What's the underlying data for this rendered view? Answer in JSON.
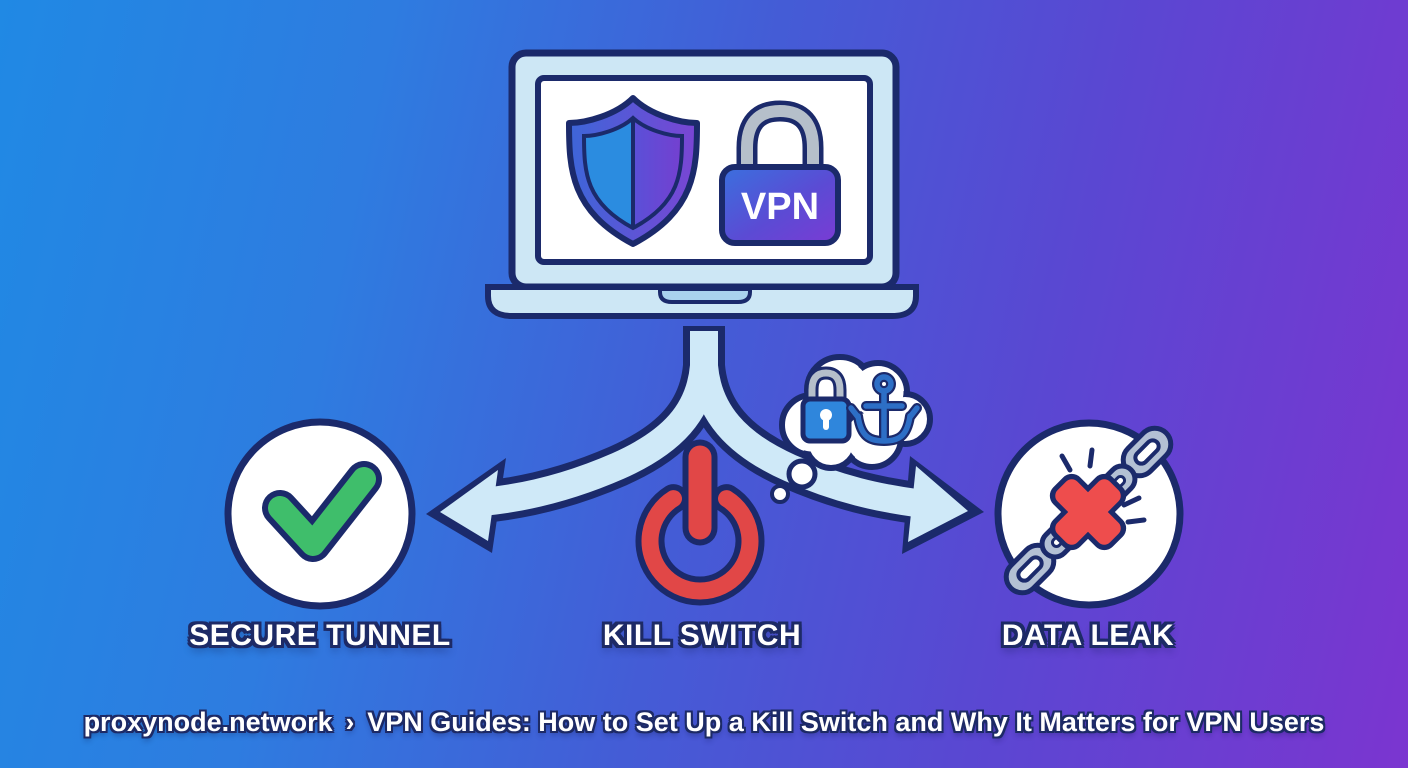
{
  "page": {
    "background_gradient": [
      "#2089e4",
      "#445cd6",
      "#7b35d0"
    ],
    "outline_color": "#1b2a6b"
  },
  "illustration": {
    "laptop": {
      "badge_label": "VPN",
      "frame_color": "#cde7f5",
      "screen_color": "#ffffff",
      "icons": [
        "shield-icon",
        "vpn-lock-icon"
      ],
      "shield_left_color": "#2b8ce0",
      "shield_right_color": "#7440d0",
      "lock_shackle_color": "#b5bfca"
    },
    "arrows": {
      "fill_color": "#cfe9f8",
      "directions": [
        "left",
        "right"
      ]
    },
    "cloud": {
      "icons": [
        "lock-icon",
        "anchor-icon"
      ],
      "lock_color": "#2f86dc",
      "anchor_color": "#2d6fc6"
    },
    "nodes": [
      {
        "id": "secure-tunnel",
        "label": "SECURE TUNNEL",
        "icon": "checkmark-icon",
        "icon_color": "#3fbe6b"
      },
      {
        "id": "kill-switch",
        "label": "KILL SWITCH",
        "icon": "power-icon",
        "icon_color": "#e14747"
      },
      {
        "id": "data-leak",
        "label": "DATA LEAK",
        "icon": "broken-chain-icon",
        "icon_color": "#ee4d4d",
        "chain_color": "#b3c0d4"
      }
    ]
  },
  "breadcrumb": {
    "site": "proxynode.network",
    "separator": "›",
    "title": "VPN Guides: How to Set Up a Kill Switch and Why It Matters for VPN Users"
  }
}
